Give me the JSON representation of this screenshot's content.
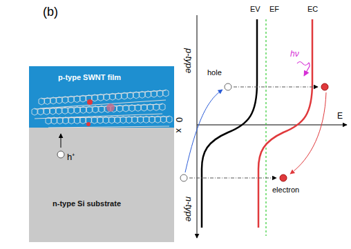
{
  "diagram": {
    "nodes": [
      {
        "text": [
          "p-type SWNT film"
        ]
      },
      {
        "text": [
          "n-type Si substrate"
        ]
      }
    ],
    "labels": [
      "(b)",
      "h⁺",
      "EV",
      "EF",
      "EC",
      "hν",
      "hole",
      "electron",
      "p-type",
      "n-type",
      "x",
      "0",
      "E"
    ]
  }
}
